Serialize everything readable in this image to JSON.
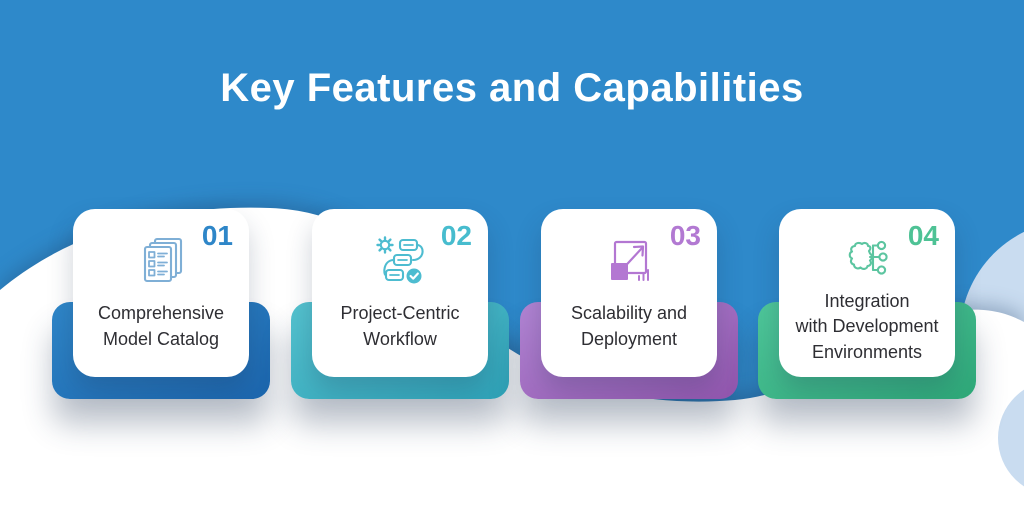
{
  "title": "Key Features and Capabilities",
  "background": {
    "base_blue": "#2E89CA",
    "wave_white": "#FFFFFF",
    "accent_light_blue": "#C9DCF0"
  },
  "cards": [
    {
      "number": "01",
      "label_lines": [
        "Comprehensive",
        "Model Catalog"
      ],
      "accent": "#2E86C8",
      "icon_color": "#7FAFD6",
      "backing_from": "#2F87C9",
      "backing_to": "#1C66AE",
      "icon": "document-stack-icon"
    },
    {
      "number": "02",
      "label_lines": [
        "Project-Centric",
        "Workflow"
      ],
      "accent": "#47BCCE",
      "icon_color": "#4DBCD0",
      "backing_from": "#55C3CF",
      "backing_to": "#2FA3B8",
      "icon": "workflow-icon"
    },
    {
      "number": "03",
      "label_lines": [
        "Scalability and",
        "Deployment"
      ],
      "accent": "#B279D2",
      "icon_color": "#B377D2",
      "backing_from": "#B285D4",
      "backing_to": "#9256AE",
      "icon": "scale-up-icon"
    },
    {
      "number": "04",
      "label_lines": [
        "Integration",
        "with Development",
        "Environments"
      ],
      "accent": "#4EC295",
      "icon_color": "#5CC5A0",
      "backing_from": "#4FC79A",
      "backing_to": "#2EA878",
      "icon": "gear-network-icon"
    }
  ]
}
